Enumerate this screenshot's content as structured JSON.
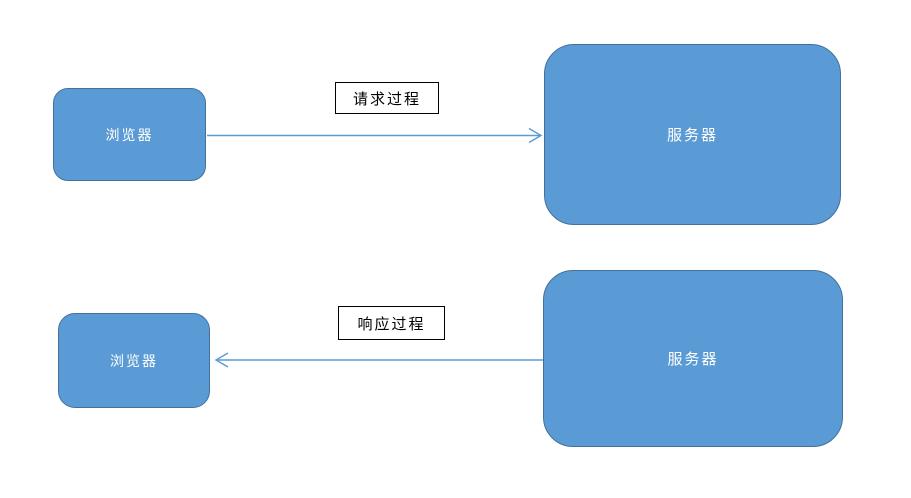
{
  "diagram": {
    "title": "browser-server-request-response-flow",
    "nodes": [
      {
        "id": "browser-top",
        "label": "浏览器",
        "shape": "rounded-rect",
        "size": "small"
      },
      {
        "id": "server-top",
        "label": "服务器",
        "shape": "rounded-rect",
        "size": "large"
      },
      {
        "id": "browser-bottom",
        "label": "浏览器",
        "shape": "rounded-rect",
        "size": "small"
      },
      {
        "id": "server-bottom",
        "label": "服务器",
        "shape": "rounded-rect",
        "size": "large"
      }
    ],
    "edges": [
      {
        "id": "request",
        "from": "browser-top",
        "to": "server-top",
        "label": "请求过程",
        "direction": "right"
      },
      {
        "id": "response",
        "from": "server-bottom",
        "to": "browser-bottom",
        "label": "响应过程",
        "direction": "left"
      }
    ],
    "colors": {
      "node_fill": "#5B9BD5",
      "node_border": "#41719C",
      "node_text": "#FFFFFF",
      "arrow_stroke": "#5B9BD5",
      "label_background": "#FFFFFF",
      "label_border": "#000000",
      "label_text": "#000000",
      "background": "#FFFFFF"
    }
  }
}
